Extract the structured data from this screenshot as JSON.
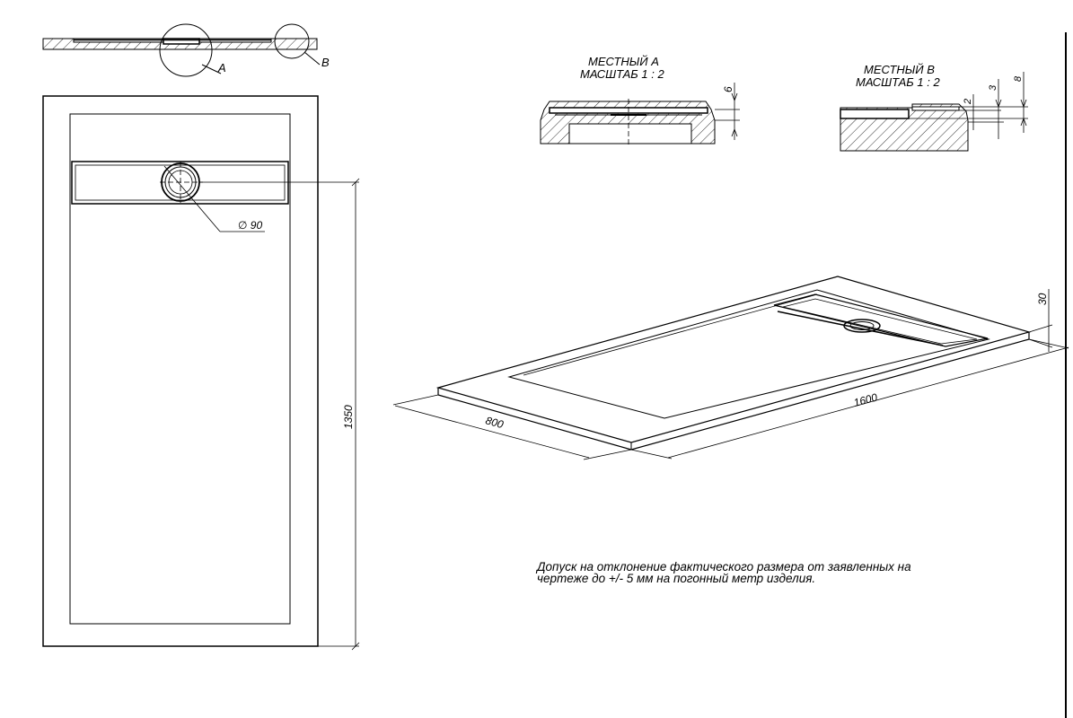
{
  "detail_a": {
    "title_line1": "МЕСТНЫЙ А",
    "title_line2": "МАСШТАБ 1 : 2",
    "dim_6": "6"
  },
  "detail_b": {
    "title_line1": "МЕСТНЫЙ В",
    "title_line2": "МАСШТАБ 1 : 2",
    "dim_2": "2",
    "dim_3": "3",
    "dim_8": "8"
  },
  "section_labels": {
    "a": "А",
    "b": "В"
  },
  "plan_view": {
    "drain_diameter": "∅ 90",
    "height_dim": "1350"
  },
  "iso_view": {
    "length_dim": "1600",
    "width_dim": "800",
    "thickness_dim": "30"
  },
  "note": {
    "line1": "Допуск на отклонение фактического размера от заявленных на",
    "line2": "чертеже до +/- 5 мм на погонный метр изделия."
  },
  "colors": {
    "line": "#000000",
    "background": "#ffffff"
  }
}
